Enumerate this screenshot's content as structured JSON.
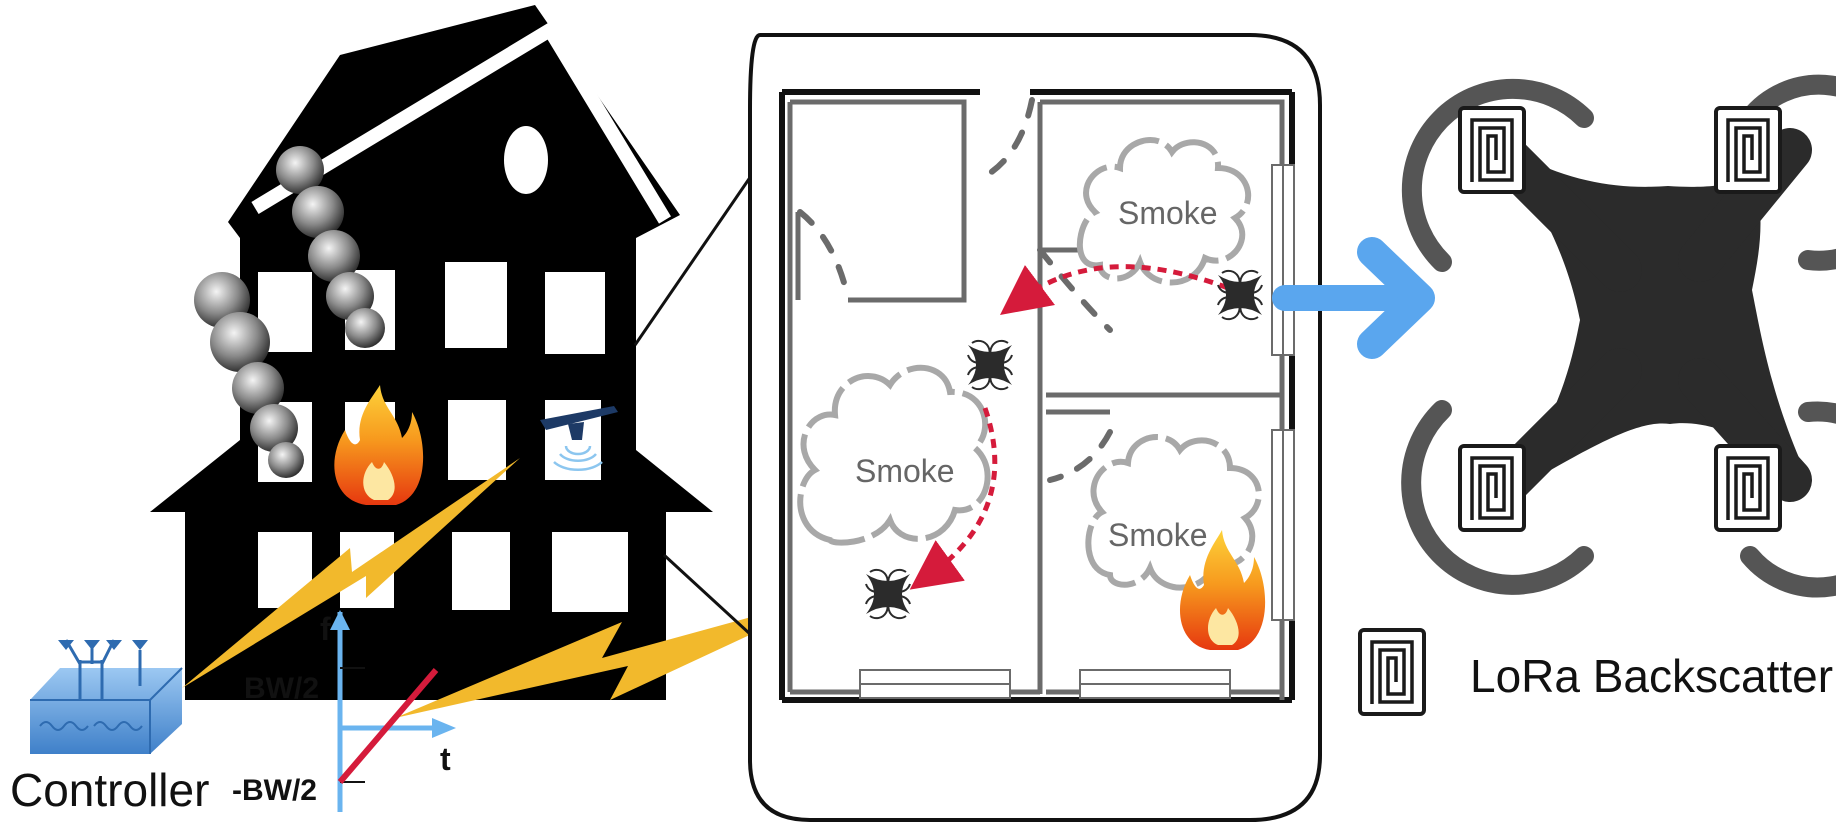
{
  "labels": {
    "controller": "Controller",
    "smoke_1": "Smoke",
    "smoke_2": "Smoke",
    "smoke_3": "Smoke",
    "legend_text": "LoRa Backscatter",
    "chirp_f": "f",
    "chirp_t": "t",
    "chirp_bw_pos": "BW/2",
    "chirp_bw_neg": "-BW/2"
  },
  "colors": {
    "building": "#000000",
    "lightning": "#f2b92c",
    "chirp_axis": "#6ab4ef",
    "chirp_line": "#d51b3b",
    "path_arrow": "#d51b3b",
    "big_arrow": "#5aa6ee",
    "walls": "#6b6b6b",
    "smoke_outline": "#a8a8a8",
    "drone_body": "#2b2b2b",
    "controller": "#4a8fd6"
  },
  "icons": [
    "building-icon",
    "fire-icon",
    "smoke-plume-icon",
    "drone-icon",
    "controller-icon",
    "lightning-icon",
    "arrow-right-icon",
    "backscatter-tag-icon"
  ]
}
